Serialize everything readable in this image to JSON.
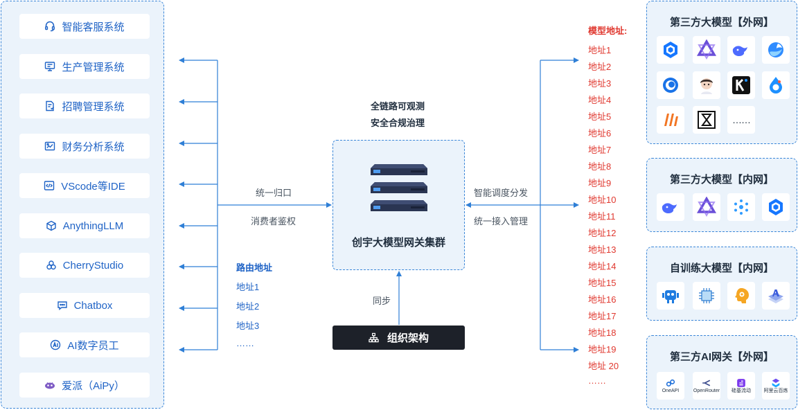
{
  "clients": [
    {
      "label": "智能客服系统",
      "icon": "headset-icon"
    },
    {
      "label": "生产管理系统",
      "icon": "monitor-icon"
    },
    {
      "label": "招聘管理系统",
      "icon": "resume-icon"
    },
    {
      "label": "财务分析系统",
      "icon": "finance-icon"
    },
    {
      "label": "VScode等IDE",
      "icon": "code-icon"
    },
    {
      "label": "AnythingLLM",
      "icon": "cube-icon"
    },
    {
      "label": "CherryStudio",
      "icon": "cherry-icon"
    },
    {
      "label": "Chatbox",
      "icon": "chat-icon"
    },
    {
      "label": "AI数字员工",
      "icon": "ai-icon"
    },
    {
      "label": "爱派（AiPy）",
      "icon": "aipy-icon"
    }
  ],
  "left_labels": {
    "unified_entry": "统一归口",
    "consumer_auth": "消费者鉴权"
  },
  "routes": {
    "title": "路由地址",
    "items": [
      "地址1",
      "地址2",
      "地址3",
      "……"
    ]
  },
  "observability": {
    "line1": "全链路可观测",
    "line2": "安全合规治理"
  },
  "gateway": {
    "title": "创宇大模型网关集群"
  },
  "sync_label": "同步",
  "org": {
    "label": "组织架构",
    "icon": "org-chart-icon"
  },
  "right_labels": {
    "dispatch": "智能调度分发",
    "access": "统一接入管理"
  },
  "model_addresses": {
    "title": "模型地址:",
    "items": [
      "地址1",
      "地址2",
      "地址3",
      "地址4",
      "地址5",
      "地址6",
      "地址7",
      "地址8",
      "地址9",
      "地址10",
      "地址11",
      "地址12",
      "地址13",
      "地址14",
      "地址15",
      "地址16",
      "地址17",
      "地址18",
      "地址19",
      "地址 20",
      "……"
    ]
  },
  "panels": [
    {
      "title": "第三方大模型【外网】",
      "tiles": [
        "hunyuan-logo-icon",
        "qwen-logo-icon",
        "deepseek-logo-icon",
        "doubao-logo-icon",
        "openai-swirl-logo-icon",
        "avatar-logo-icon",
        "kimi-logo-icon",
        "drop-logo-icon",
        "zhipu-logo-icon",
        "hourglass-logo-icon",
        "more-icon"
      ],
      "more_text": "……"
    },
    {
      "title": "第三方大模型【内网】",
      "tiles": [
        "deepseek-logo-icon",
        "qwen-logo-icon",
        "sparkle-logo-icon",
        "hunyuan-logo-icon"
      ]
    },
    {
      "title": "自训练大模型【内网】",
      "tiles": [
        "robot-logo-icon",
        "circuit-logo-icon",
        "brain-logo-icon",
        "ai-stack-logo-icon"
      ]
    },
    {
      "title": "第三方AI网关【外网】",
      "tiles": [
        "oneapi-logo-icon",
        "openrouter-logo-icon",
        "siliconflow-logo-icon",
        "aliyun-bailian-logo-icon"
      ],
      "tile_texts": [
        "OneAPI",
        "OpenRouter",
        "硅基流动",
        "阿里云百炼"
      ]
    }
  ],
  "colors": {
    "accent": "#1f63c6",
    "line": "#2f7fd6",
    "panel_bg": "#ebf3fb",
    "address_red": "#e0382f",
    "org_bg": "#1d2129"
  }
}
